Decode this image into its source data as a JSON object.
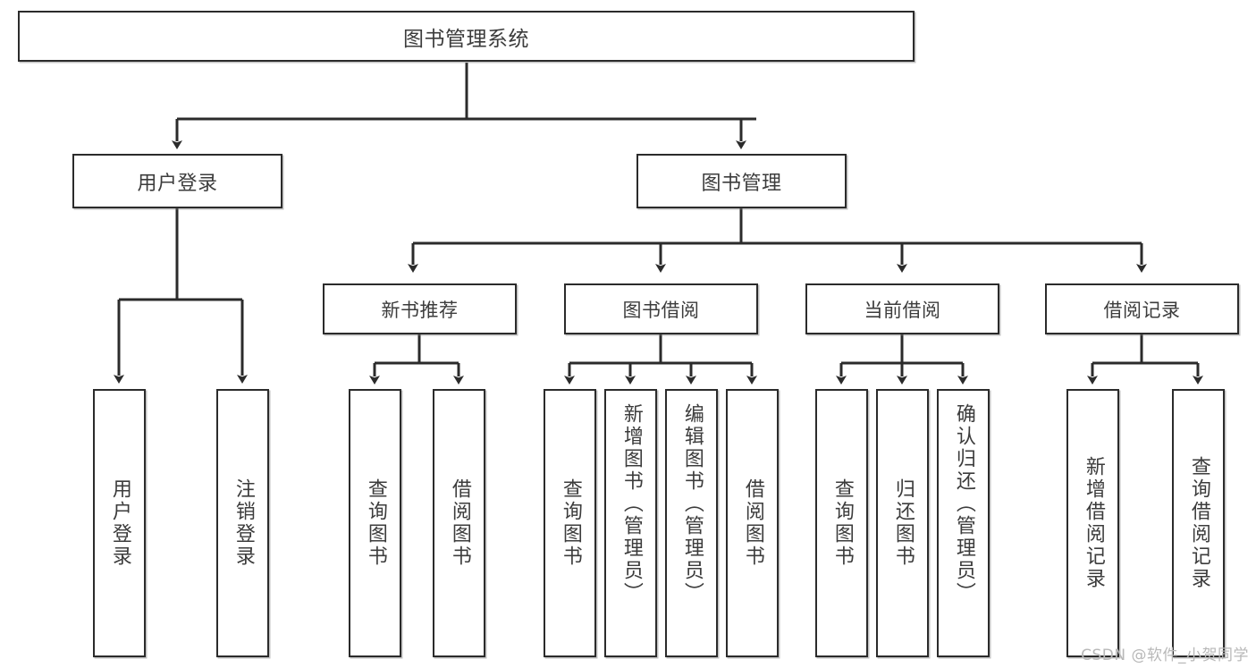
{
  "diagram": {
    "title": "图书管理系统",
    "type": "tree-hierarchy-diagram",
    "watermark": "CSDN @软件_小贺同学",
    "colors": {
      "border": "#2b2b2b",
      "text": "#3c3c3c",
      "background": "#ffffff",
      "watermark": "#b8b8b8"
    },
    "nodes": {
      "root": {
        "label": "图书管理系统"
      },
      "level2": [
        {
          "id": "user-login",
          "label": "用户登录"
        },
        {
          "id": "book-manage",
          "label": "图书管理"
        }
      ],
      "level3": [
        {
          "id": "new-book-recommend",
          "label": "新书推荐"
        },
        {
          "id": "book-borrow",
          "label": "图书借阅"
        },
        {
          "id": "current-borrow",
          "label": "当前借阅"
        },
        {
          "id": "borrow-record",
          "label": "借阅记录"
        }
      ],
      "leaves": {
        "user-login": [
          {
            "id": "leaf-user-login",
            "label": "用户登录"
          },
          {
            "id": "leaf-logout-login",
            "label": "注销登录"
          }
        ],
        "new-book-recommend": [
          {
            "id": "leaf-query-book-1",
            "label": "查询图书"
          },
          {
            "id": "leaf-borrow-book-1",
            "label": "借阅图书"
          }
        ],
        "book-borrow": [
          {
            "id": "leaf-query-book-2",
            "label": "查询图书"
          },
          {
            "id": "leaf-add-book-admin",
            "label": "新增图书（管理员）"
          },
          {
            "id": "leaf-edit-book-admin",
            "label": "编辑图书（管理员）"
          },
          {
            "id": "leaf-borrow-book-2",
            "label": "借阅图书"
          }
        ],
        "current-borrow": [
          {
            "id": "leaf-query-book-3",
            "label": "查询图书"
          },
          {
            "id": "leaf-return-book",
            "label": "归还图书"
          },
          {
            "id": "leaf-confirm-return-admin",
            "label": "确认归还（管理员）"
          }
        ],
        "borrow-record": [
          {
            "id": "leaf-add-borrow-record",
            "label": "新增借阅记录"
          },
          {
            "id": "leaf-query-borrow-record",
            "label": "查询借阅记录"
          }
        ]
      }
    }
  }
}
